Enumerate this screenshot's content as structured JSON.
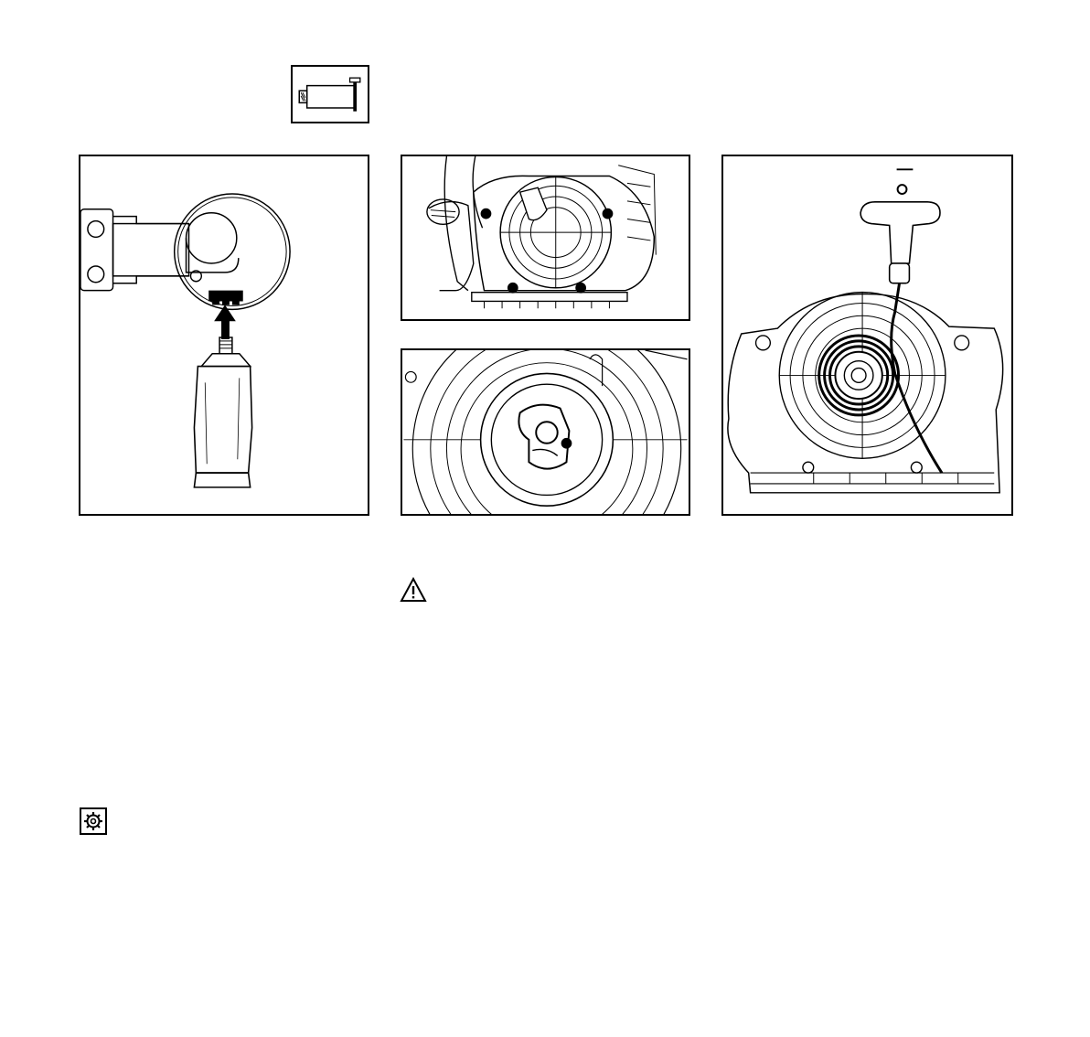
{
  "page": {
    "background": "#ffffff",
    "line_color": "#000000"
  },
  "icons": {
    "grease_tube_symbol": "grease-tube-icon",
    "warning_symbol": "warning-triangle-icon",
    "service_symbol": "gear-icon"
  },
  "figures": [
    {
      "name": "figure-grease-application",
      "icon": "grease-tube-icon"
    },
    {
      "name": "figure-starter-cover-screws",
      "icon": "fan-housing-icon"
    },
    {
      "name": "figure-rewind-spring-pawl",
      "icon": "pulley-icon"
    },
    {
      "name": "figure-starter-rope-handle",
      "icon": "starter-grip-icon"
    }
  ]
}
